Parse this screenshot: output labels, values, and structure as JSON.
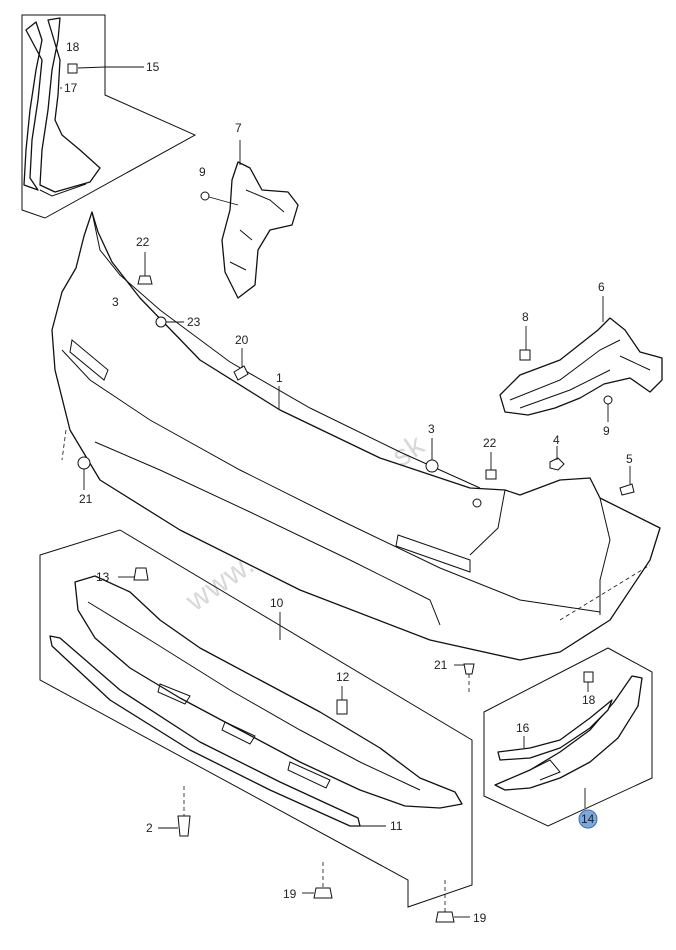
{
  "watermark": "www.suzuki-diely.sk",
  "highlight_color": "#7ea8dc",
  "callouts": {
    "c1": "1",
    "c2": "2",
    "c3": "3",
    "c4": "4",
    "c5": "5",
    "c6": "6",
    "c7": "7",
    "c8": "8",
    "c9a": "9",
    "c9b": "9",
    "c10": "10",
    "c11": "11",
    "c12": "12",
    "c13": "13",
    "c14": "14",
    "c15": "15",
    "c16": "16",
    "c17": "17",
    "c18a": "18",
    "c18b": "18",
    "c19a": "19",
    "c19b": "19",
    "c20": "20",
    "c21a": "21",
    "c21b": "21",
    "c22a": "22",
    "c22b": "22",
    "c23": "23",
    "c3b": "3"
  }
}
